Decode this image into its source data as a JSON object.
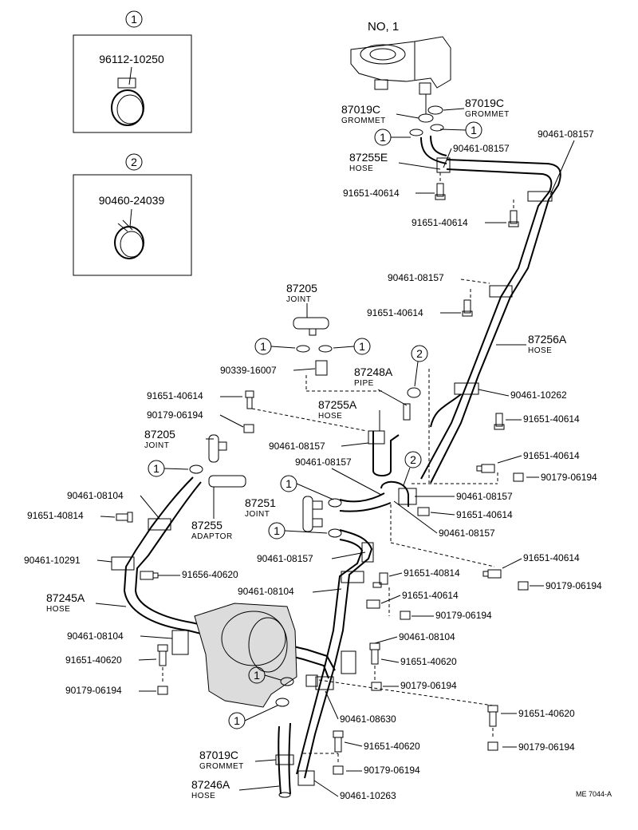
{
  "diagram": {
    "inset1": {
      "marker": "1",
      "part": "96112-10250"
    },
    "inset2": {
      "marker": "2",
      "part": "90460-24039"
    },
    "heater_label": "NO, 1",
    "ref_code": "ME 7044-A",
    "labels": {
      "l87019c_a": "87019C",
      "l87019c_a_sub": "GROMMET",
      "l87019c_b": "87019C",
      "l87019c_b_sub": "GROMMET",
      "l87255e": "87255E",
      "l87255e_sub": "HOSE",
      "l90461_08157_a": "90461-08157",
      "l90461_08157_b": "90461-08157",
      "l91651_40614_a": "91651-40614",
      "l91651_40614_b": "91651-40614",
      "l90461_08157_c": "90461-08157",
      "l91651_40614_c": "91651-40614",
      "l87256a": "87256A",
      "l87256a_sub": "HOSE",
      "l87205_a": "87205",
      "l87205_a_sub": "JOINT",
      "l90339": "90339-16007",
      "l87248a": "87248A",
      "l87248a_sub": "PIPE",
      "l91651_40614_d": "91651-40614",
      "l90179_06194_a": "90179-06194",
      "l87255a": "87255A",
      "l87255a_sub": "HOSE",
      "l90461_10262": "90461-10262",
      "l91651_40614_e": "91651-40614",
      "l87205_b": "87205",
      "l87205_b_sub": "JOINT",
      "l90461_08157_d": "90461-08157",
      "l90461_08157_e": "90461-08157",
      "l91651_40614_f": "91651-40614",
      "l90179_06194_b": "90179-06194",
      "l90461_08104_a": "90461-08104",
      "l91651_40814_a": "91651-40814",
      "l87251": "87251",
      "l87251_sub": "JOINT",
      "l90461_08157_f": "90461-08157",
      "l91651_40614_g": "91651-40614",
      "l90461_08157_g": "90461-08157",
      "l87255": "87255",
      "l87255_sub": "ADAPTOR",
      "l91651_40614_h": "91651-40614",
      "l90461_08157_h": "90461-08157",
      "l90179_06194_c": "90179-06194",
      "l90461_10291": "90461-10291",
      "l91656_40620": "91656-40620",
      "l91651_40814_b": "91651-40814",
      "l90461_08104_b": "90461-08104",
      "l91651_40614_i": "91651-40614",
      "l87245a": "87245A",
      "l87245a_sub": "HOSE",
      "l90179_06194_d": "90179-06194",
      "l90461_08104_c": "90461-08104",
      "l90461_08104_d": "90461-08104",
      "l91651_40620_a": "91651-40620",
      "l91651_40620_b": "91651-40620",
      "l90179_06194_e": "90179-06194",
      "l90179_06194_f": "90179-06194",
      "l91651_40620_c": "91651-40620",
      "l90461_08630": "90461-08630",
      "l91651_40620_d": "91651-40620",
      "l90179_06194_g": "90179-06194",
      "l87019c_c": "87019C",
      "l87019c_c_sub": "GROMMET",
      "l90179_06194_h": "90179-06194",
      "l87246a": "87246A",
      "l87246a_sub": "HOSE",
      "l90461_10263": "90461-10263"
    },
    "circle_markers": [
      "1",
      "1",
      "1",
      "1",
      "1",
      "2",
      "1",
      "1",
      "1",
      "1",
      "1",
      "2"
    ]
  }
}
